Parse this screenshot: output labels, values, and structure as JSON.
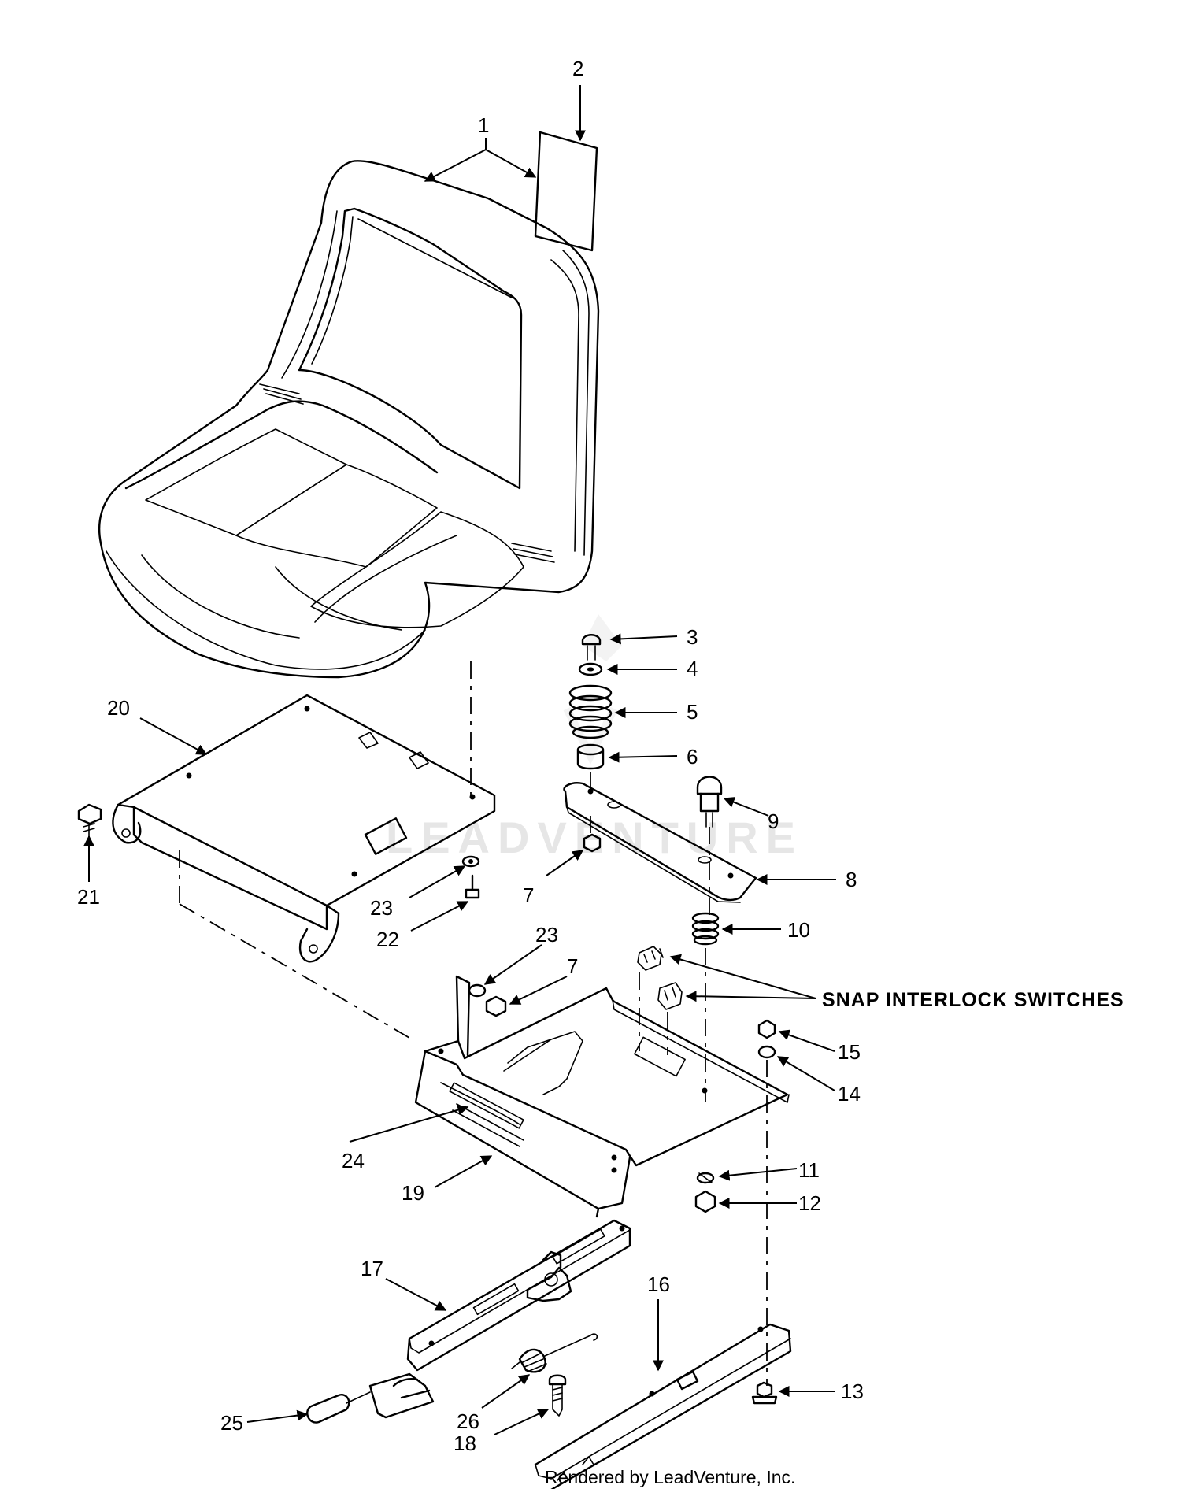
{
  "callouts": {
    "c1": "1",
    "c2": "2",
    "c3": "3",
    "c4": "4",
    "c5": "5",
    "c6": "6",
    "c7a": "7",
    "c7b": "7",
    "c8": "8",
    "c9": "9",
    "c10": "10",
    "c11": "11",
    "c12": "12",
    "c13": "13",
    "c14": "14",
    "c15": "15",
    "c16": "16",
    "c17": "17",
    "c18": "18",
    "c19": "19",
    "c20": "20",
    "c21": "21",
    "c22": "22",
    "c23a": "23",
    "c23b": "23",
    "c24": "24",
    "c25": "25",
    "c26": "26"
  },
  "labels": {
    "snap_interlock": "SNAP INTERLOCK SWITCHES"
  },
  "watermark": "LEADVENTURE",
  "footer": "Rendered by LeadVenture, Inc."
}
